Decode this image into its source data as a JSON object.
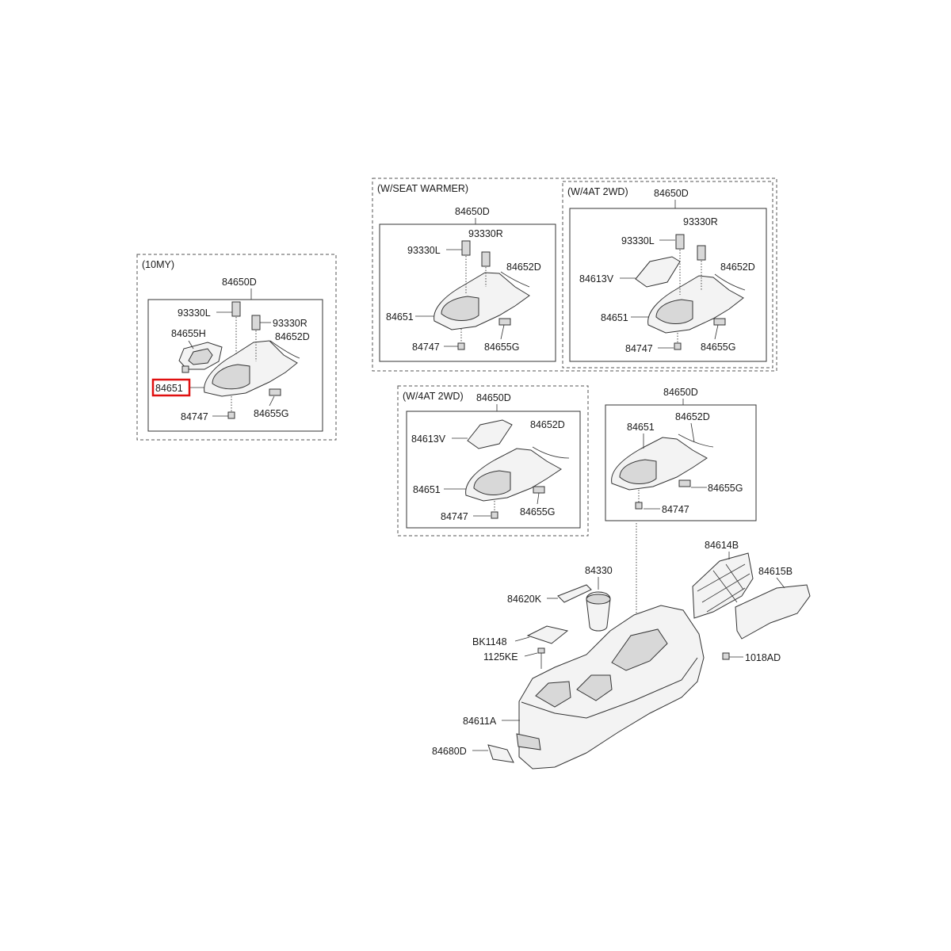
{
  "highlight_color": "#e01010",
  "groups": {
    "g10my": {
      "title": "(10MY)",
      "labels": {
        "top": "84650D",
        "switch_l": "93330L",
        "switch_r": "93330R",
        "bezel": "84655H",
        "strip": "84652D",
        "cover": "84651",
        "clip": "84747",
        "bracket": "84655G"
      }
    },
    "seat_warmer": {
      "title": "(W/SEAT WARMER)",
      "labels": {
        "top": "84650D",
        "switch_r": "93330R",
        "switch_l": "93330L",
        "strip": "84652D",
        "cover": "84651",
        "clip": "84747",
        "bracket": "84655G"
      }
    },
    "w4at_a": {
      "title": "(W/4AT 2WD)",
      "labels": {
        "top": "84650D",
        "switch_r": "93330R",
        "switch_l": "93330L",
        "strip": "84652D",
        "ring": "84613V",
        "cover": "84651",
        "clip": "84747",
        "bracket": "84655G"
      }
    },
    "w4at_b": {
      "title": "(W/4AT 2WD)",
      "labels": {
        "top": "84650D",
        "ring": "84613V",
        "strip": "84652D",
        "cover": "84651",
        "clip": "84747",
        "bracket": "84655G"
      }
    },
    "base_top": {
      "labels": {
        "top": "84650D",
        "strip": "84652D",
        "cover": "84651",
        "bracket": "84655G",
        "clip": "84747"
      }
    }
  },
  "console": {
    "labels": {
      "side_panel_upper": "84614B",
      "side_panel_lower": "84615B",
      "cup_holder": "84330",
      "plate": "84620K",
      "mat": "BK1148",
      "screw": "1125KE",
      "console_body": "84611A",
      "end_cover": "84680D",
      "fastener": "1018AD"
    }
  }
}
